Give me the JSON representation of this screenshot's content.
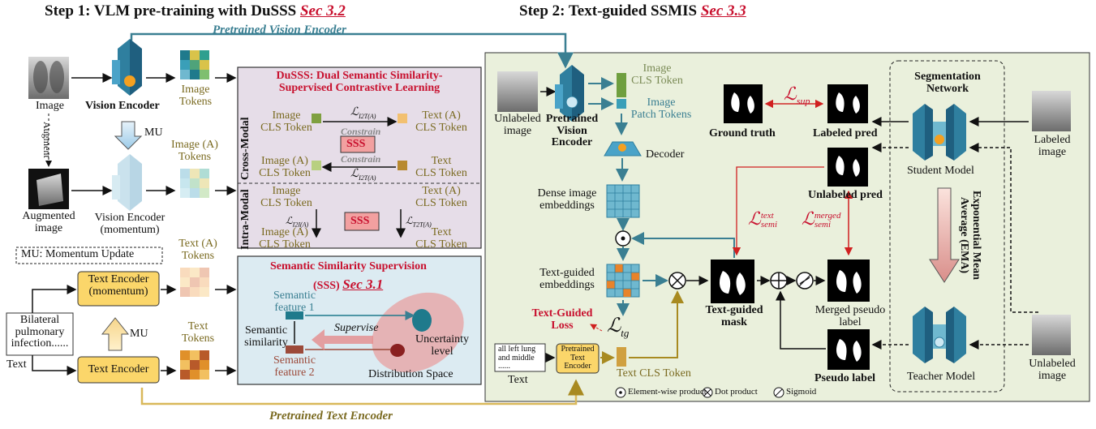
{
  "titles": {
    "step1": "Step 1: VLM pre-training with DuSSS",
    "step1_sec": "Sec 3.2",
    "step2": "Step 2: Text-guided SSMIS",
    "step2_sec": "Sec 3.3"
  },
  "step1": {
    "pretrained_vision_encoder": "Pretrained Vision Encoder",
    "pretrained_text_encoder": "Pretrained Text Encoder",
    "image": "Image",
    "augment": "Augment",
    "augmented_image": [
      "Augmented",
      "image"
    ],
    "vision_encoder": "Vision Encoder",
    "vision_encoder_momentum": [
      "Vision Encoder",
      "(momentum)"
    ],
    "image_tokens": [
      "Image",
      "Tokens"
    ],
    "image_a_tokens": [
      "Image (A)",
      "Tokens"
    ],
    "mu": "MU",
    "mu_legend": "MU: Momentum Update",
    "text_a_tokens": [
      "Text (A)",
      "Tokens"
    ],
    "text_tokens": [
      "Text",
      "Tokens"
    ],
    "text_encoder_momentum": [
      "Text Encoder",
      "(momentum)"
    ],
    "text_encoder": "Text Encoder",
    "text_sample": [
      "Bilateral",
      "pulmonary",
      "infection......"
    ],
    "text_label": "Text"
  },
  "dusss": {
    "title": [
      "DuSSS: Dual Semantic Similarity-",
      "Supervised Contrastive Learning"
    ],
    "cross_modal": "Cross-Modal",
    "intra_modal": "Intra-Modal",
    "image_cls": [
      "Image",
      "CLS Token"
    ],
    "image_a_cls": [
      "Image (A)",
      "CLS Token"
    ],
    "text_a_cls": [
      "Text (A)",
      "CLS Token"
    ],
    "text_cls": [
      "Text",
      "CLS Token"
    ],
    "constrain": "Constrain",
    "sss": "SSS",
    "loss_i2ta": "ℒ",
    "sub_i2ta": "I2T(A)",
    "sub_i2ia": "I2I(A)",
    "sub_t2ta": "T2T(A)"
  },
  "sss_box": {
    "title": "Semantic Similarity Supervision",
    "abbr": "(SSS)",
    "sec": "Sec 3.1",
    "feature1": [
      "Semantic",
      "feature 1"
    ],
    "feature2": [
      "Semantic",
      "feature 2"
    ],
    "similarity": [
      "Semantic",
      "similarity"
    ],
    "supervise": "Supervise",
    "uncertainty": [
      "Uncertainty",
      "level"
    ],
    "dist_space": "Distribution Space"
  },
  "step2": {
    "unlabeled_image": [
      "Unlabeled",
      "image"
    ],
    "pretrained_vision_encoder": [
      "Pretrained",
      "Vision",
      "Encoder"
    ],
    "image_cls_token": [
      "Image",
      "CLS Token"
    ],
    "image_patch_tokens": [
      "Image",
      "Patch Tokens"
    ],
    "decoder": "Decoder",
    "dense_embeddings": [
      "Dense image",
      "embeddings"
    ],
    "text_guided_embeddings": [
      "Text-guided",
      "embeddings"
    ],
    "text_guided_loss": [
      "Text-Guided",
      "Loss"
    ],
    "loss_tg_sub": "tg",
    "text_sample": [
      "all left lung",
      "and middle",
      "......"
    ],
    "text_label": "Text",
    "pretrained_text_encoder": [
      "Pretrained",
      "Text",
      "Encoder"
    ],
    "text_cls_token": "Text CLS Token",
    "text_guided_mask": [
      "Text-guided",
      "mask"
    ],
    "merged_pseudo_label": [
      "Merged pseudo",
      "label"
    ],
    "pseudo_label": "Pseudo label",
    "ground_truth": "Ground truth",
    "labeled_pred": "Labeled pred",
    "unlabeled_pred": "Unlabeled pred",
    "loss_sup_sub": "sup",
    "loss_semi_sub": "semi",
    "loss_text_sup": "text",
    "loss_merged_sup": "merged",
    "seg_network": [
      "Segmentation",
      "Network"
    ],
    "student_model": "Student Model",
    "teacher_model": "Teacher Model",
    "ema": [
      "Exponential Mean",
      "Average (EMA)"
    ],
    "labeled_image": [
      "Labeled",
      "image"
    ],
    "unlabeled_image_right": [
      "Unlabeled",
      "image"
    ],
    "legend_elementwise": "Element-wise product",
    "legend_dot": "Dot product",
    "legend_sigmoid": "Sigmoid"
  },
  "colors": {
    "teal": "#3a7f92",
    "olive": "#7a6a20",
    "red": "#c8102e",
    "step2_bg": "#eaf0dc",
    "dusss_bg": "#e6dde8",
    "sss_bg": "#dcebf2",
    "encoder_yellow": "#fbd66a"
  }
}
